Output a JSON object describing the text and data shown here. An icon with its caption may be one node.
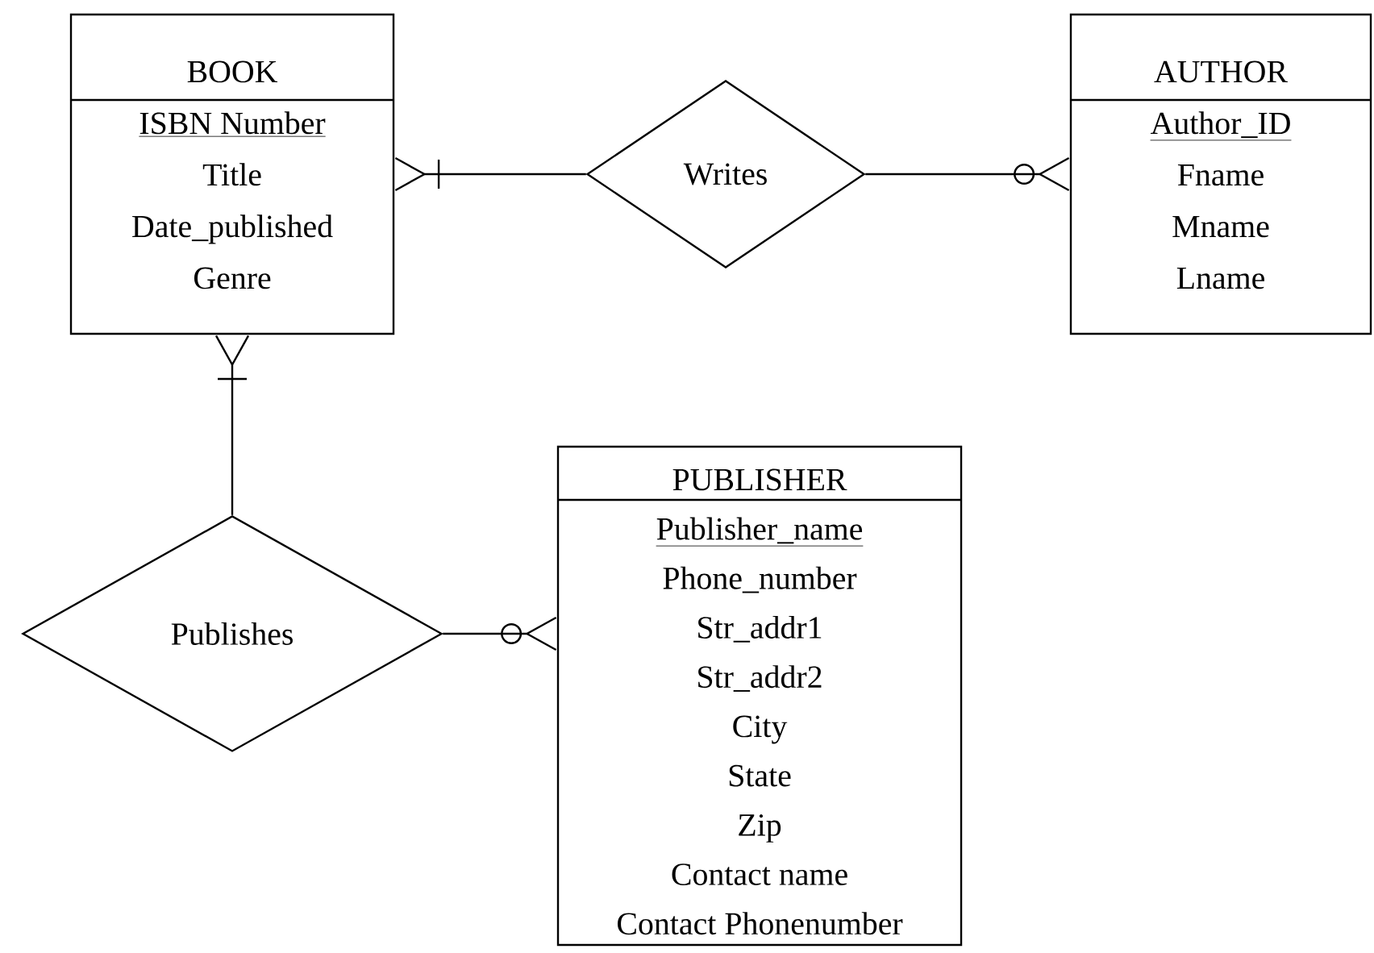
{
  "diagram": {
    "nodes": [
      {
        "text": [
          "BOOK",
          "ISBN Number",
          "Title",
          "Date_published",
          "Genre"
        ]
      },
      {
        "text": [
          "Writes"
        ]
      },
      {
        "text": [
          "AUTHOR",
          "Author_ID",
          "Fname",
          "Mname",
          "Lname"
        ]
      },
      {
        "text": [
          "Publishes"
        ]
      },
      {
        "text": [
          "PUBLISHER",
          "Publisher_name",
          "Phone_number",
          "Str_addr1",
          "Str_addr2",
          "City",
          "State",
          "Zip",
          "Contact name",
          "Contact Phonenumber"
        ]
      }
    ],
    "edges": [
      {
        "from": 1,
        "to": 0,
        "arrow": "other"
      },
      {
        "from": 1,
        "to": 2,
        "arrow": "other"
      },
      {
        "from": 3,
        "to": 0,
        "arrow": "other"
      },
      {
        "from": 3,
        "to": 4,
        "arrow": "other"
      }
    ]
  }
}
